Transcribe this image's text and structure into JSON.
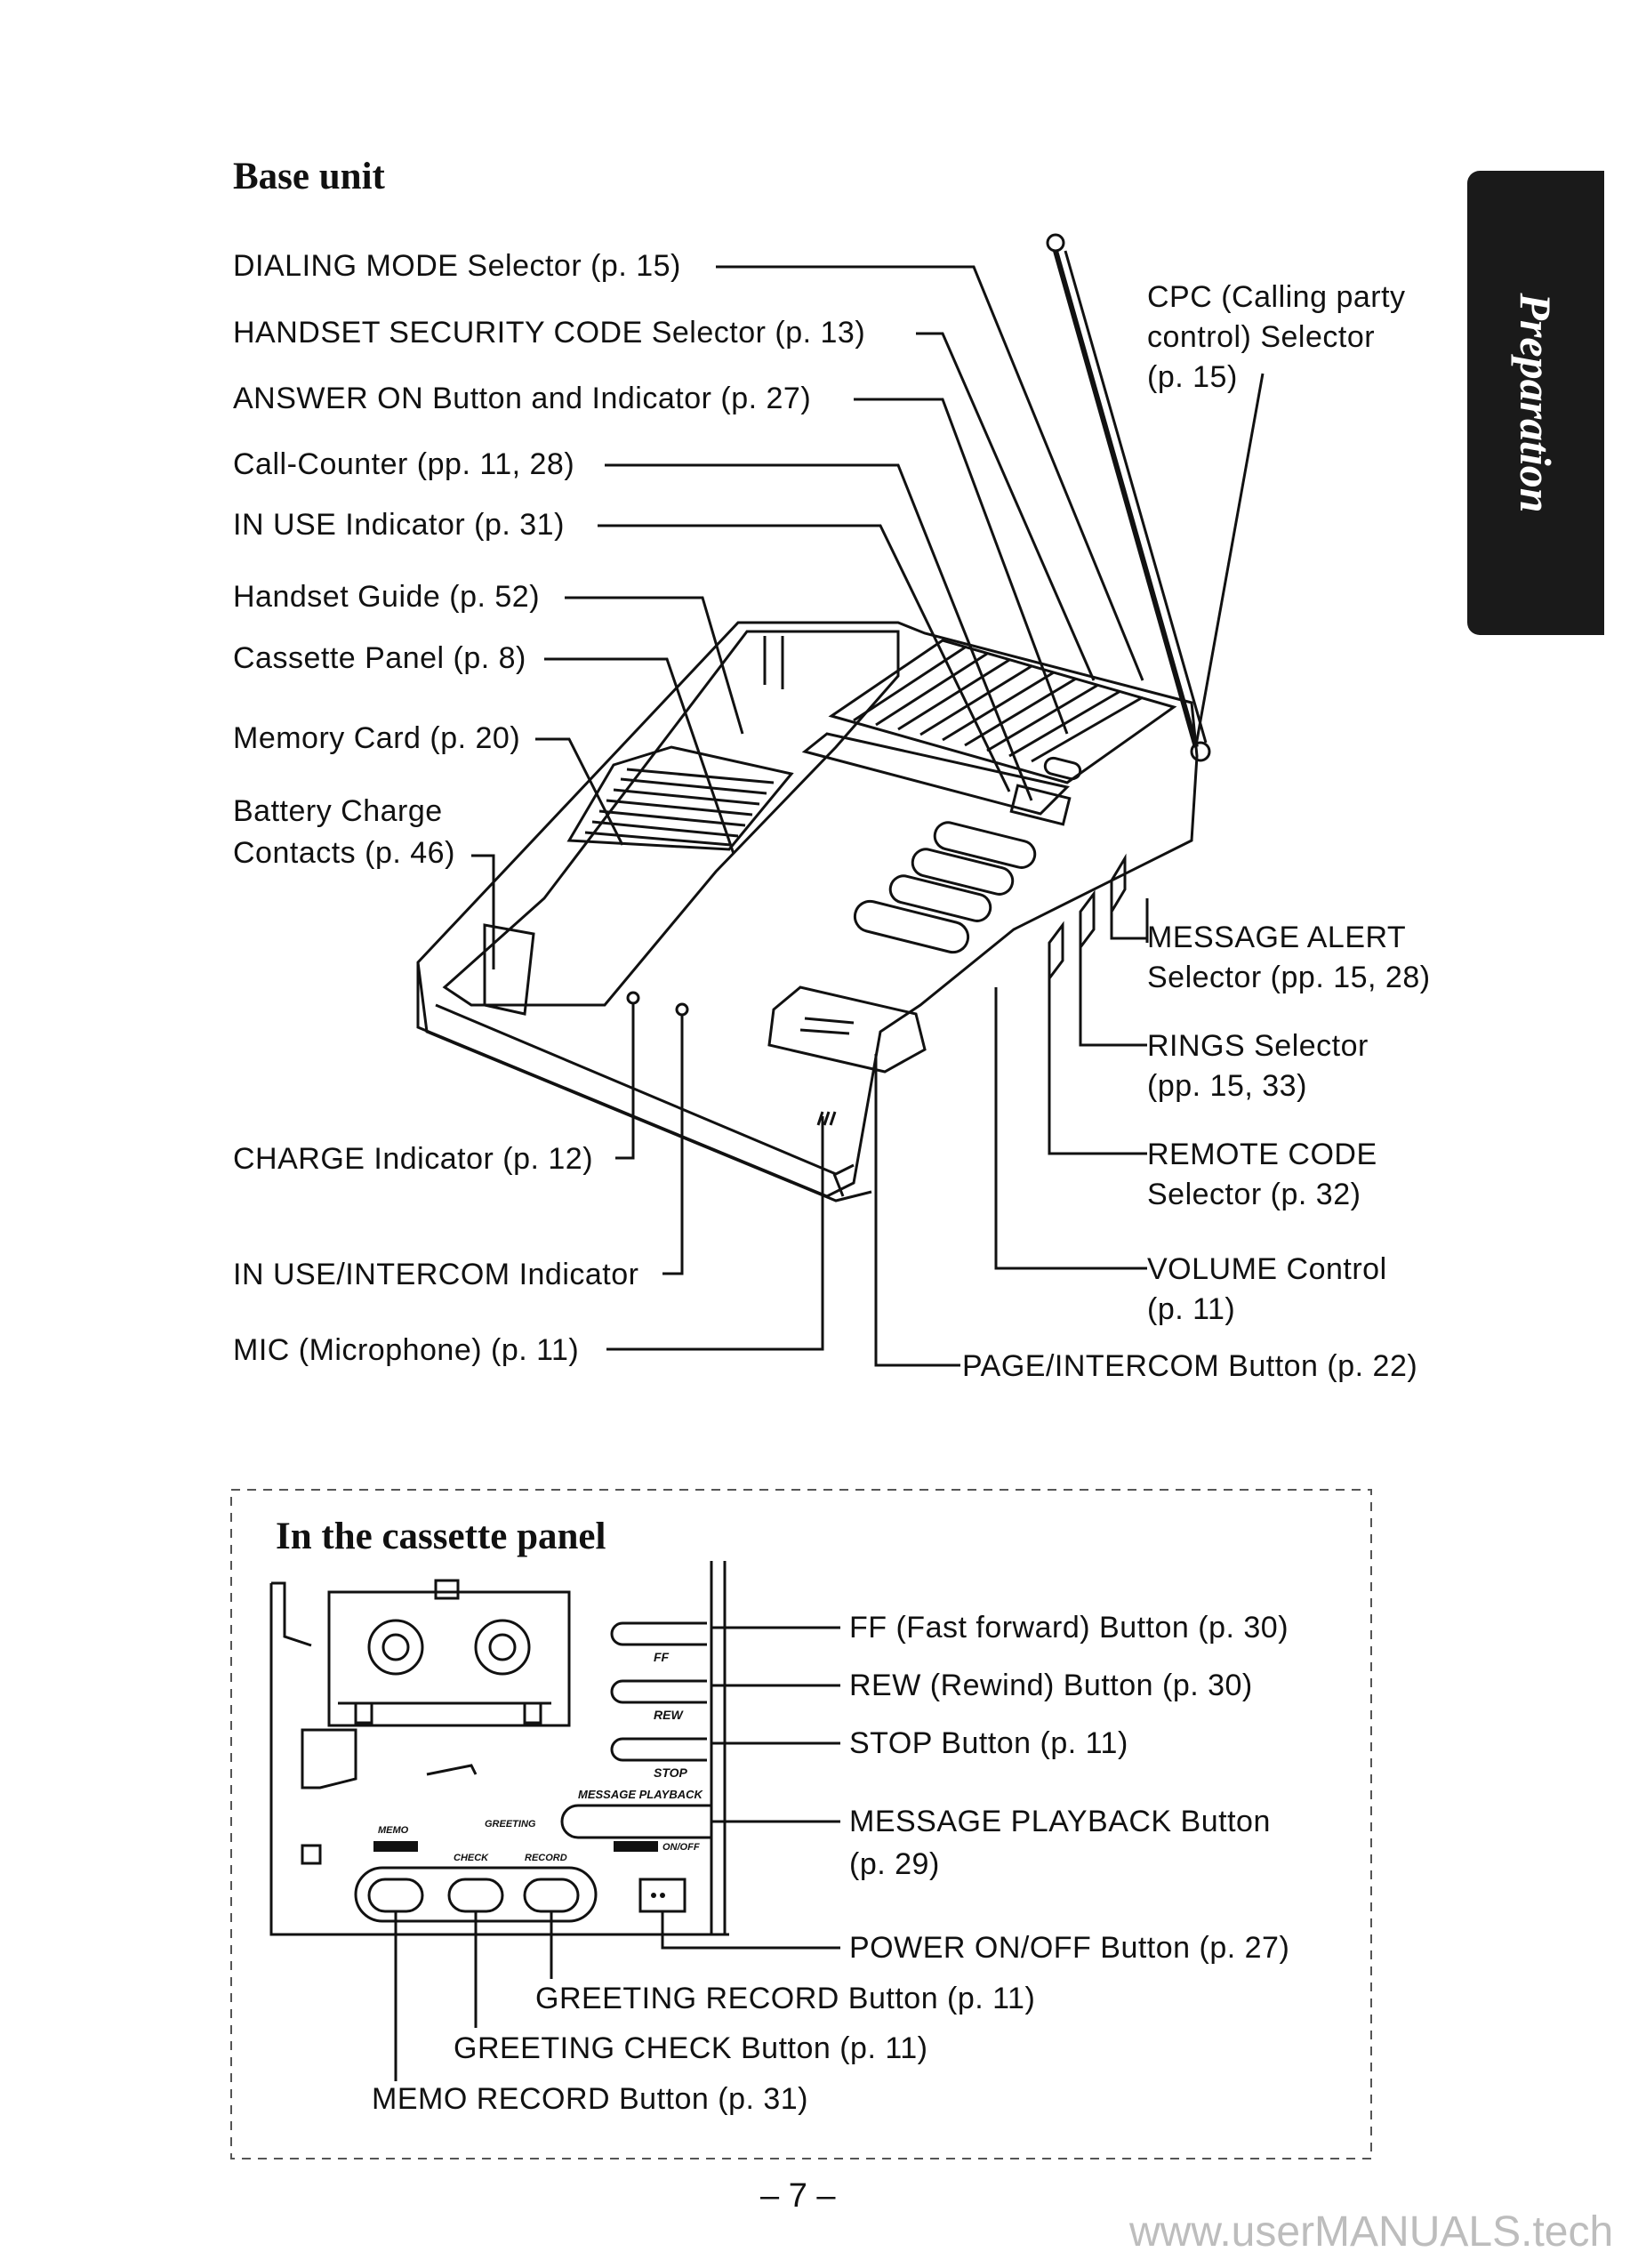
{
  "side_tab": "Preparation",
  "base_unit": {
    "title": "Base unit",
    "callouts": {
      "dialing_mode": "DIALING MODE Selector (p. 15)",
      "security_code": "HANDSET SECURITY CODE Selector (p. 13)",
      "answer_on": "ANSWER ON Button and Indicator (p. 27)",
      "call_counter": "Call-Counter (pp. 11, 28)",
      "in_use_indicator": "IN USE Indicator (p. 31)",
      "handset_guide": "Handset Guide (p. 52)",
      "cassette_panel": "Cassette Panel (p. 8)",
      "memory_card": "Memory Card (p. 20)",
      "battery_1": "Battery Charge",
      "battery_2": "Contacts (p. 46)",
      "cpc_1": "CPC (Calling party",
      "cpc_2": "control) Selector",
      "cpc_3": "(p. 15)",
      "message_alert_1": "MESSAGE ALERT",
      "message_alert_2": "Selector (pp. 15, 28)",
      "rings_1": "RINGS Selector",
      "rings_2": "(pp. 15, 33)",
      "remote_code_1": "REMOTE CODE",
      "remote_code_2": "Selector (p. 32)",
      "volume_1": "VOLUME Control",
      "volume_2": "(p. 11)",
      "charge_indicator": "CHARGE Indicator (p. 12)",
      "in_use_intercom": "IN USE/INTERCOM Indicator",
      "mic": "MIC (Microphone) (p. 11)",
      "page_intercom": "PAGE/INTERCOM Button (p. 22)"
    }
  },
  "cassette_panel": {
    "title": "In the cassette panel",
    "callouts": {
      "ff": "FF (Fast forward) Button (p. 30)",
      "rew": "REW (Rewind) Button (p. 30)",
      "stop": "STOP Button (p. 11)",
      "playback_1": "MESSAGE PLAYBACK Button",
      "playback_2": "(p. 29)",
      "power": "POWER ON/OFF Button (p. 27)",
      "greeting_record": "GREETING RECORD Button (p. 11)",
      "greeting_check": "GREETING CHECK Button (p. 11)",
      "memo_record": "MEMO RECORD Button (p. 31)"
    },
    "panel_labels": {
      "ff": "FF",
      "rew": "REW",
      "stop": "STOP",
      "message_playback": "MESSAGE PLAYBACK",
      "memo": "MEMO",
      "greeting": "GREETING",
      "check": "CHECK",
      "record": "RECORD",
      "on_off": "ON/OFF"
    }
  },
  "page_number": "– 7 –",
  "watermark": "www.userMANUALS.tech"
}
